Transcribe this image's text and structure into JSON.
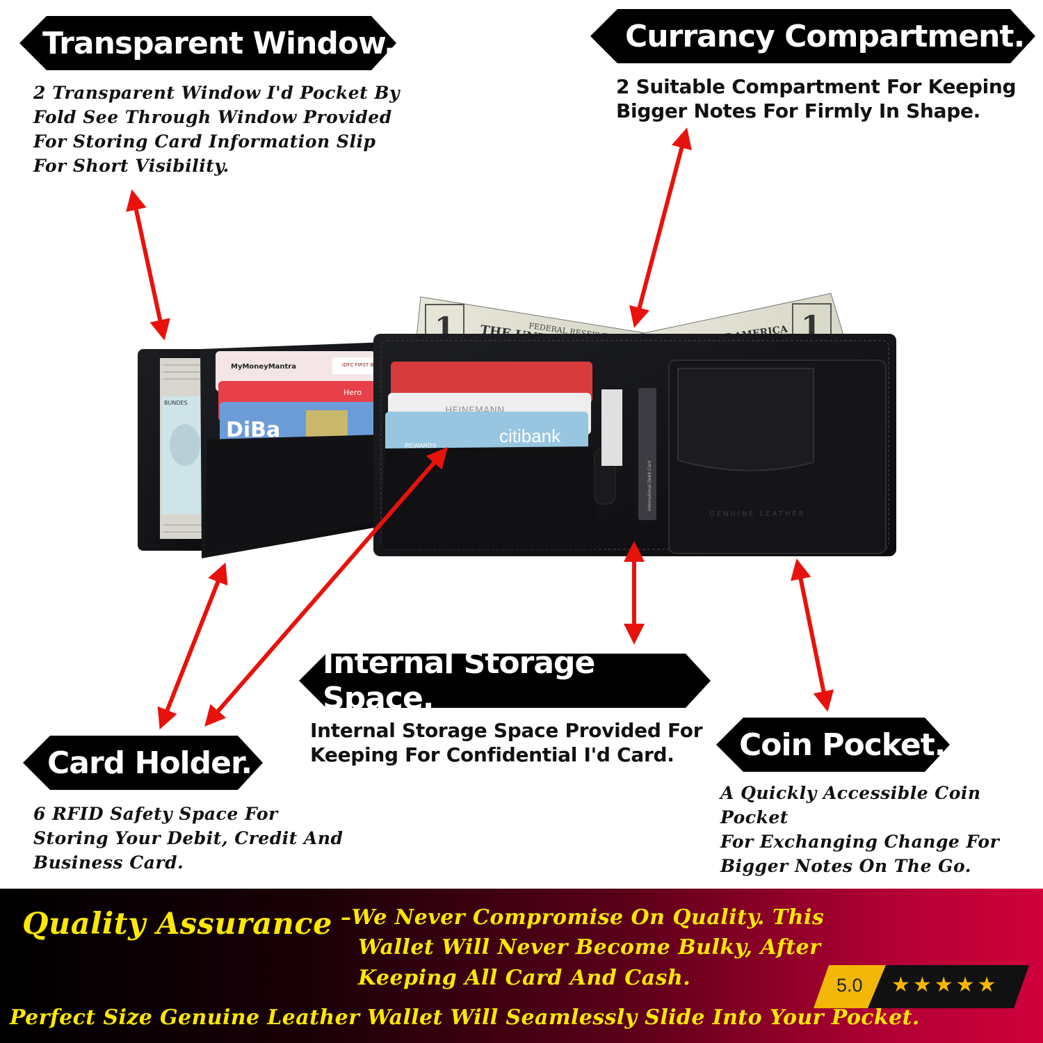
{
  "callouts": {
    "transparent_window": {
      "title": "Transparent Window.",
      "lines": [
        "2 Transparent Window I'd Pocket By",
        "Fold See Through Window Provided",
        "For Storing Card Information Slip",
        "For Short Visibility."
      ]
    },
    "currency": {
      "title": "Currancy Compartment.",
      "lines": [
        "2 Suitable Compartment For Keeping",
        "Bigger Notes For Firmly In Shape."
      ]
    },
    "internal_storage": {
      "title": "Internal Storage Space.",
      "lines": [
        "Internal Storage Space Provided For",
        "Keeping For Confidential I'd Card."
      ]
    },
    "card_holder": {
      "title": "Card Holder.",
      "lines": [
        "6 RFID Safety Space For",
        "Storing Your Debit, Credit And",
        "Business Card."
      ]
    },
    "coin_pocket": {
      "title": "Coin Pocket.",
      "lines": [
        "A Quickly Accessible Coin Pocket",
        "For Exchanging Change For",
        "Bigger Notes On The Go."
      ]
    }
  },
  "wallet": {
    "cards": [
      "MyMoneyMantra",
      "IDFC FIRST Bank",
      "Hero",
      "DiBa",
      "citibank",
      "REWARDS",
      "HEINEMANN",
      "BUNDES",
      "International Debit Card"
    ],
    "bill_text": "THE UNITED STATES",
    "bill_value": "1",
    "bill_text_2": "FEDERAL RESERVE NOTE",
    "bill_text_3": "OF AMERICA",
    "stamp": "GENUINE LEATHER"
  },
  "quality": {
    "title": "Quality Assurance",
    "lines": [
      "–We Never Compromise On Quality. This",
      "Wallet Will Never Become Bulky, After",
      "Keeping All Card And Cash."
    ],
    "tagline": "Perfect Size Genuine Leather Wallet Will Seamlessly Slide Into Your Pocket."
  },
  "rating": {
    "score": "5.0",
    "stars": 5,
    "stars_text": "★★★★★"
  },
  "colors": {
    "arrow": "#e8120c",
    "banner": "#000000",
    "highlight": "#ffe800",
    "rating_box": "#f2b707"
  }
}
